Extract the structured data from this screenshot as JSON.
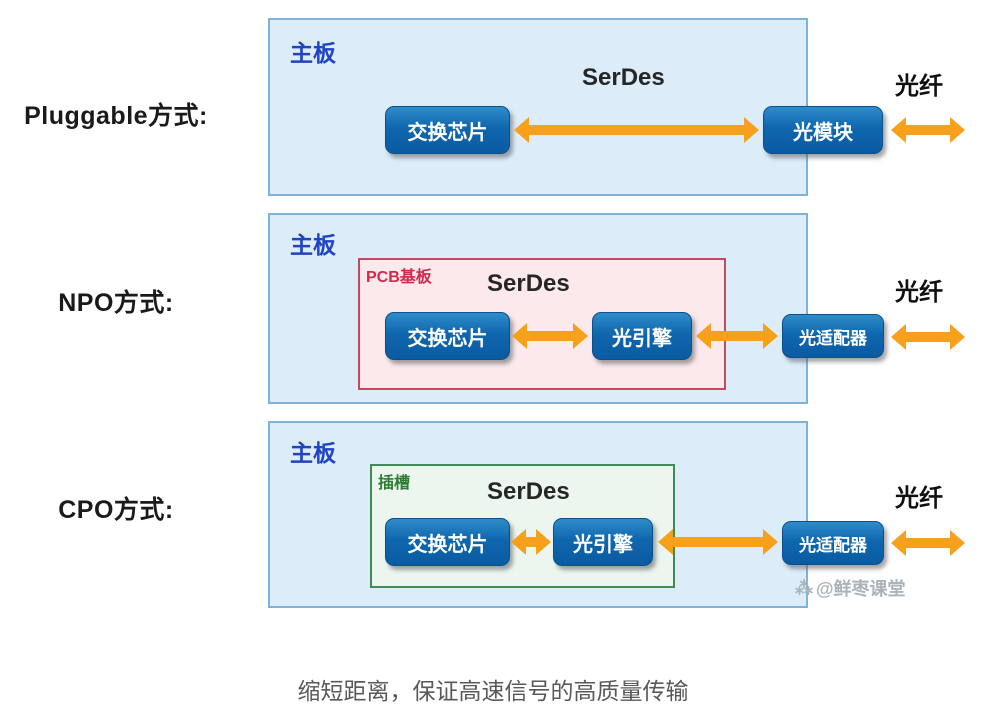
{
  "caption": "缩短距离，保证高速信号的高质量传输",
  "watermark": {
    "icon": "⁂",
    "text": "@鲜枣课堂"
  },
  "colors": {
    "board_fill": "#dcedf9",
    "board_border": "#7fb2d9",
    "chip_blue": "#0f67ae",
    "arrow_orange": "#f7a01b",
    "pink_fill": "#fbe9ec",
    "pink_border": "#c34a5c",
    "green_fill": "#ecf6ee",
    "green_border": "#3f8a55",
    "board_label_blue": "#2144c4"
  },
  "rows": [
    {
      "label": "Pluggable方式:",
      "board_label": "主板",
      "serdes_label": "SerDes",
      "fiber_label": "光纤",
      "chips": [
        "交换芯片",
        "光模块"
      ]
    },
    {
      "label": "NPO方式:",
      "board_label": "主板",
      "inner_label": "PCB基板",
      "serdes_label": "SerDes",
      "fiber_label": "光纤",
      "chips": [
        "交换芯片",
        "光引擎",
        "光适配器"
      ]
    },
    {
      "label": "CPO方式:",
      "board_label": "主板",
      "inner_label": "插槽",
      "serdes_label": "SerDes",
      "fiber_label": "光纤",
      "chips": [
        "交换芯片",
        "光引擎",
        "光适配器"
      ]
    }
  ]
}
